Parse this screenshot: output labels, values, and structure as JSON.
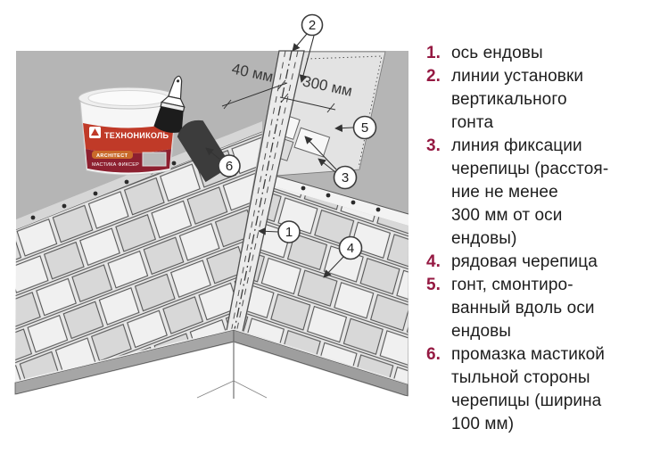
{
  "legend": {
    "number_color": "#951942",
    "items": [
      {
        "num": "1.",
        "text": "ось ендовы"
      },
      {
        "num": "2.",
        "text": "линии установки\nвертикального\nгонта"
      },
      {
        "num": "3.",
        "text": "линия фиксации\nчерепицы (расстоя-\nние не менее\n300 мм от оси\nендовы)"
      },
      {
        "num": "4.",
        "text": "рядовая черепица"
      },
      {
        "num": "5.",
        "text": "гонт, смонтиро-\nванный вдоль оси\nендовы"
      },
      {
        "num": "6.",
        "text": "промазка мастикой\nтыльной стороны\nчерепицы (ширина\n100 мм)"
      }
    ]
  },
  "diagram": {
    "dim40": "40 мм",
    "dim300": "300 мм",
    "callouts": [
      {
        "label": "1"
      },
      {
        "label": "2"
      },
      {
        "label": "3"
      },
      {
        "label": "4"
      },
      {
        "label": "5"
      },
      {
        "label": "6"
      }
    ],
    "bucket": {
      "brand": "ТЕХНОНИКОЛЬ",
      "line": "ARCHITECT",
      "product": "МАСТИКА ФИКСЕР",
      "label_red": "#c03a28",
      "band_dark_red": "#8d2030"
    }
  }
}
